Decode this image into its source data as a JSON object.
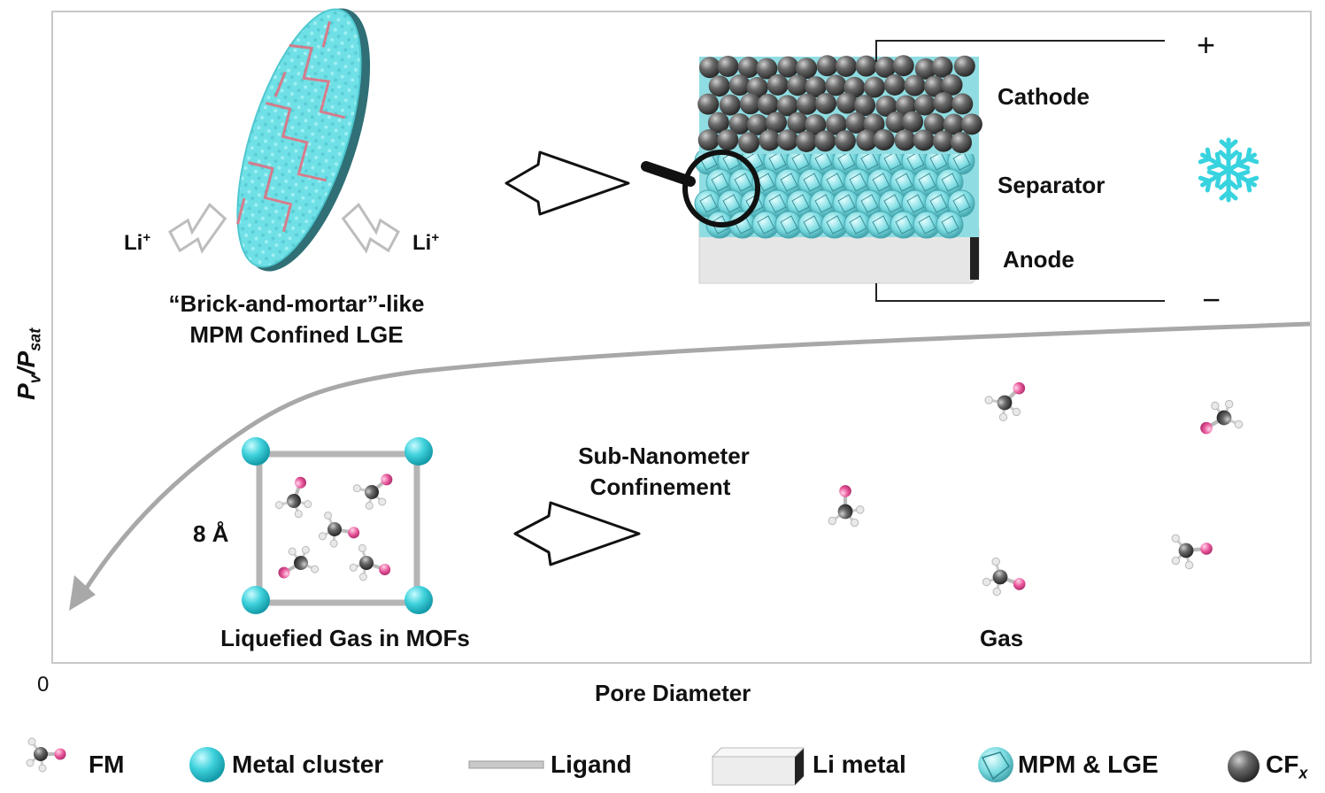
{
  "axes": {
    "y_label_main": "P",
    "y_sub1": "v",
    "y_sep": "/P",
    "y_sub2": "sat",
    "x_label": "Pore Diameter",
    "origin": "0"
  },
  "battery": {
    "cathode": "Cathode",
    "separator": "Separator",
    "anode": "Anode",
    "plus": "+",
    "minus": "−"
  },
  "disc": {
    "li_left": "Li",
    "li_right": "Li",
    "li_sup": "+",
    "caption_line1": "“Brick-and-mortar”-like",
    "caption_line2": "MPM Confined LGE"
  },
  "mof": {
    "size": "8 Å",
    "caption": "Liquefied Gas in MOFs"
  },
  "confinement": {
    "line1": "Sub-Nanometer",
    "line2": "Confinement"
  },
  "gas": {
    "caption": "Gas"
  },
  "legend": {
    "fm": "FM",
    "metal_cluster": "Metal cluster",
    "ligand": "Ligand",
    "li_metal": "Li metal",
    "mpm_lge": "MPM & LGE",
    "cf": "CF",
    "cf_sub": "x"
  },
  "colors": {
    "cyan": "#46d6de",
    "pink": "#e8559a",
    "gray_ball": "#555555",
    "curve": "#a8a8a8"
  }
}
